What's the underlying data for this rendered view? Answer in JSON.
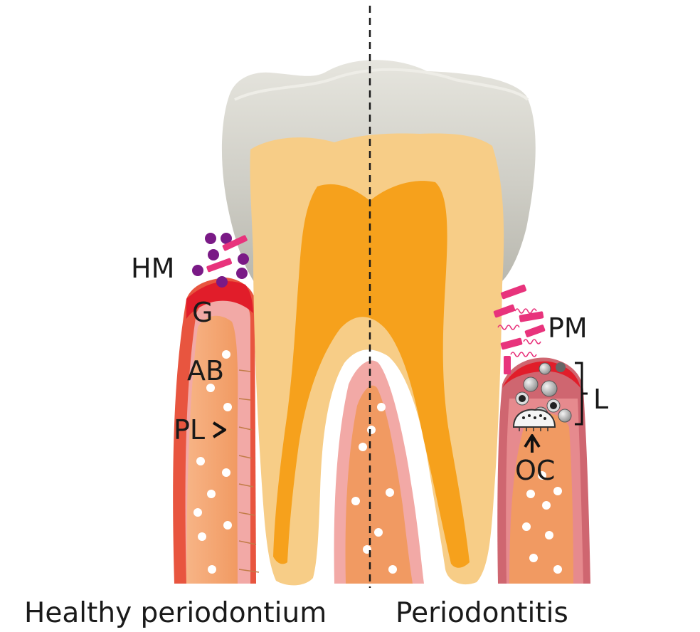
{
  "labels": {
    "hm": "HM",
    "g": "G",
    "ab": "AB",
    "pl": "PL",
    "pm": "PM",
    "l": "L",
    "oc": "OC"
  },
  "captions": {
    "left": "Healthy periodontium",
    "right": "Periodontitis"
  },
  "colors": {
    "enamel": "#c9c8c0",
    "dentin": "#f7cd87",
    "pulp": "#f6a11c",
    "gingiva": "#e8553f",
    "periodontal_ligament": "#f2a9a6",
    "alveolar_bone": "#f4a068",
    "healthy_microbe_purple": "#7a1a86",
    "pathogenic_microbe_pink": "#e8337c",
    "inflamed_tissue": "#d8747a"
  }
}
